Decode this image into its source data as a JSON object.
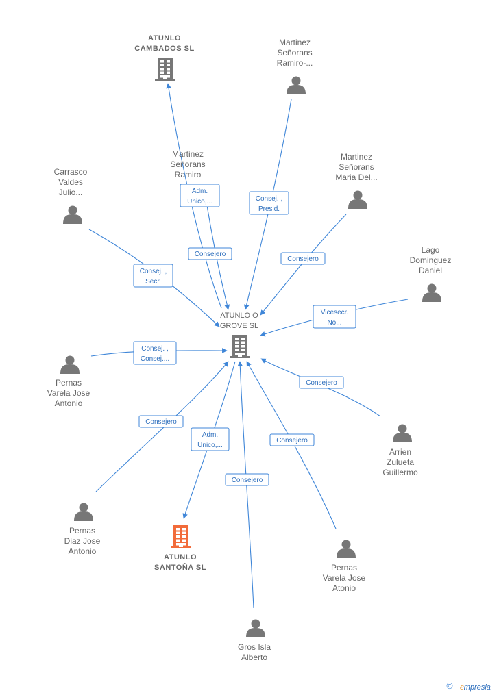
{
  "nodes": {
    "center": {
      "lines": [
        "ATUNLO O",
        "GROVE  SL"
      ],
      "type": "company",
      "color": "#777777"
    },
    "cambados": {
      "lines": [
        "ATUNLO",
        "CAMBADOS  SL"
      ],
      "type": "company",
      "color": "#777777"
    },
    "santona": {
      "lines": [
        "ATUNLO",
        "SANTOÑA  SL"
      ],
      "type": "company",
      "color": "#f26b3a"
    },
    "martinez_ramiro2": {
      "lines": [
        "Martinez",
        "Señorans",
        "Ramiro-..."
      ],
      "type": "person"
    },
    "martinez_ramiro": {
      "lines": [
        "Martinez",
        "Señorans",
        "Ramiro"
      ],
      "type": "person"
    },
    "carrasco": {
      "lines": [
        "Carrasco",
        "Valdes",
        "Julio..."
      ],
      "type": "person"
    },
    "martinez_maria": {
      "lines": [
        "Martinez",
        "Señorans",
        "Maria Del..."
      ],
      "type": "person"
    },
    "lago": {
      "lines": [
        "Lago",
        "Dominguez",
        "Daniel"
      ],
      "type": "person"
    },
    "pernas_antonio": {
      "lines": [
        "Pernas",
        "Varela Jose",
        "Antonio"
      ],
      "type": "person"
    },
    "arrien": {
      "lines": [
        "Arrien",
        "Zulueta",
        "Guillermo"
      ],
      "type": "person"
    },
    "pernas_diaz": {
      "lines": [
        "Pernas",
        "Diaz Jose",
        "Antonio"
      ],
      "type": "person"
    },
    "pernas_atonio": {
      "lines": [
        "Pernas",
        "Varela Jose",
        "Atonio"
      ],
      "type": "person"
    },
    "gros": {
      "lines": [
        "Gros Isla",
        "Alberto"
      ],
      "type": "person"
    }
  },
  "edges": [
    {
      "from": "center",
      "to": "cambados",
      "label": [
        "Adm.",
        "Unico,..."
      ]
    },
    {
      "from": "martinez_ramiro",
      "to": "center",
      "label": [
        "Consejero"
      ]
    },
    {
      "from": "martinez_ramiro2",
      "to": "center",
      "label": [
        "Consej. ,",
        "Presid."
      ]
    },
    {
      "from": "carrasco",
      "to": "center",
      "label": [
        "Consej. ,",
        "Secr."
      ]
    },
    {
      "from": "martinez_maria",
      "to": "center",
      "label": [
        "Consejero"
      ]
    },
    {
      "from": "lago",
      "to": "center",
      "label": [
        "Vicesecr.",
        "No..."
      ]
    },
    {
      "from": "pernas_antonio",
      "to": "center",
      "label": [
        "Consej. ,",
        "Consej...."
      ]
    },
    {
      "from": "arrien",
      "to": "center",
      "label": [
        "Consejero"
      ]
    },
    {
      "from": "pernas_diaz",
      "to": "center",
      "label": [
        "Consejero"
      ]
    },
    {
      "from": "center",
      "to": "santona",
      "label": [
        "Adm.",
        "Unico,..."
      ]
    },
    {
      "from": "gros",
      "to": "center",
      "label": [
        "Consejero"
      ]
    },
    {
      "from": "pernas_atonio",
      "to": "center",
      "label": [
        "Consejero"
      ]
    }
  ],
  "footer": {
    "copyright_symbol": "©",
    "brand_initial": "e",
    "brand_rest": "mpresia"
  },
  "colors": {
    "edge": "#3f86d8",
    "person_icon": "#777777",
    "company_icon": "#777777",
    "highlight_company": "#f26b3a"
  }
}
